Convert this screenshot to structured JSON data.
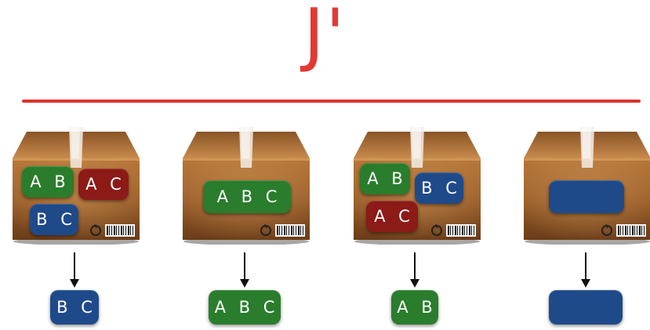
{
  "title": "J'",
  "colors": {
    "title": "#e23a33",
    "divider": "#e0322c",
    "green": "#2a7d2c",
    "red": "#8c1a17",
    "blue": "#1f4a8a",
    "arrow": "#111111"
  },
  "boxes": [
    {
      "contents": [
        {
          "label": "A B",
          "color": "green"
        },
        {
          "label": "A C",
          "color": "red"
        },
        {
          "label": "B C",
          "color": "blue"
        }
      ],
      "output": {
        "label": "B C",
        "color": "blue"
      }
    },
    {
      "contents": [
        {
          "label": "A B C",
          "color": "green"
        }
      ],
      "output": {
        "label": "A B C",
        "color": "green"
      }
    },
    {
      "contents": [
        {
          "label": "A B",
          "color": "green"
        },
        {
          "label": "B C",
          "color": "blue"
        },
        {
          "label": "A C",
          "color": "red"
        }
      ],
      "output": {
        "label": "A B",
        "color": "green"
      }
    },
    {
      "contents": [
        {
          "label": "",
          "color": "blue"
        }
      ],
      "output": {
        "label": "",
        "color": "blue"
      }
    }
  ]
}
